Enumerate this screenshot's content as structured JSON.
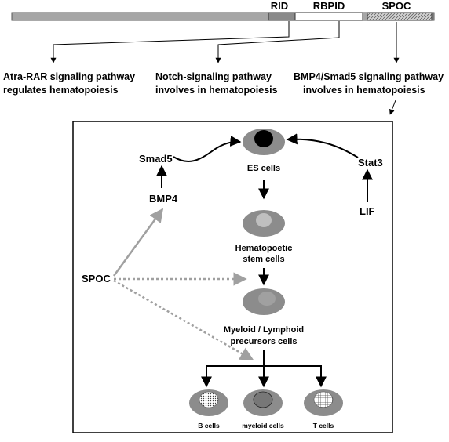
{
  "protein_bar": {
    "domains": [
      {
        "key": "rid",
        "label": "RID"
      },
      {
        "key": "rbpid",
        "label": "RBPID"
      },
      {
        "key": "spoc",
        "label": "SPOC"
      }
    ]
  },
  "pathway_notes": {
    "rid": [
      "Atra-RAR signaling pathway",
      "regulates hematopoiesis"
    ],
    "rbpid": [
      "Notch-signaling pathway",
      "involves in hematopoiesis"
    ],
    "spoc": [
      "BMP4/Smad5 signaling pathway",
      "involves in hematopoiesis"
    ]
  },
  "cascade": {
    "nodes": {
      "smad5": "Smad5",
      "bmp4": "BMP4",
      "stat3": "Stat3",
      "lif": "LIF",
      "spoc": "SPOC"
    },
    "stages": {
      "es": [
        "ES cells"
      ],
      "hsc": [
        "Hematopoetic",
        "stem cells"
      ],
      "progenitor": [
        "Myeloid / Lymphoid",
        "precursors cells"
      ]
    },
    "outputs": {
      "b": "B cells",
      "myeloid": "myeloid cells",
      "t": "T cells"
    }
  },
  "colors": {
    "bar_base": "#a6a6a6",
    "rid_fill": "#8a8a8a",
    "rbpid_fill": "#ffffff",
    "spoc_fill_hatched": "#bfbfbf",
    "cell_outer": "#8c8c8c",
    "es_nucleus": "#000000",
    "stem_nucleus": "#bfbfbf",
    "arrow_black": "#000000",
    "arrow_gray": "#a0a0a0"
  }
}
